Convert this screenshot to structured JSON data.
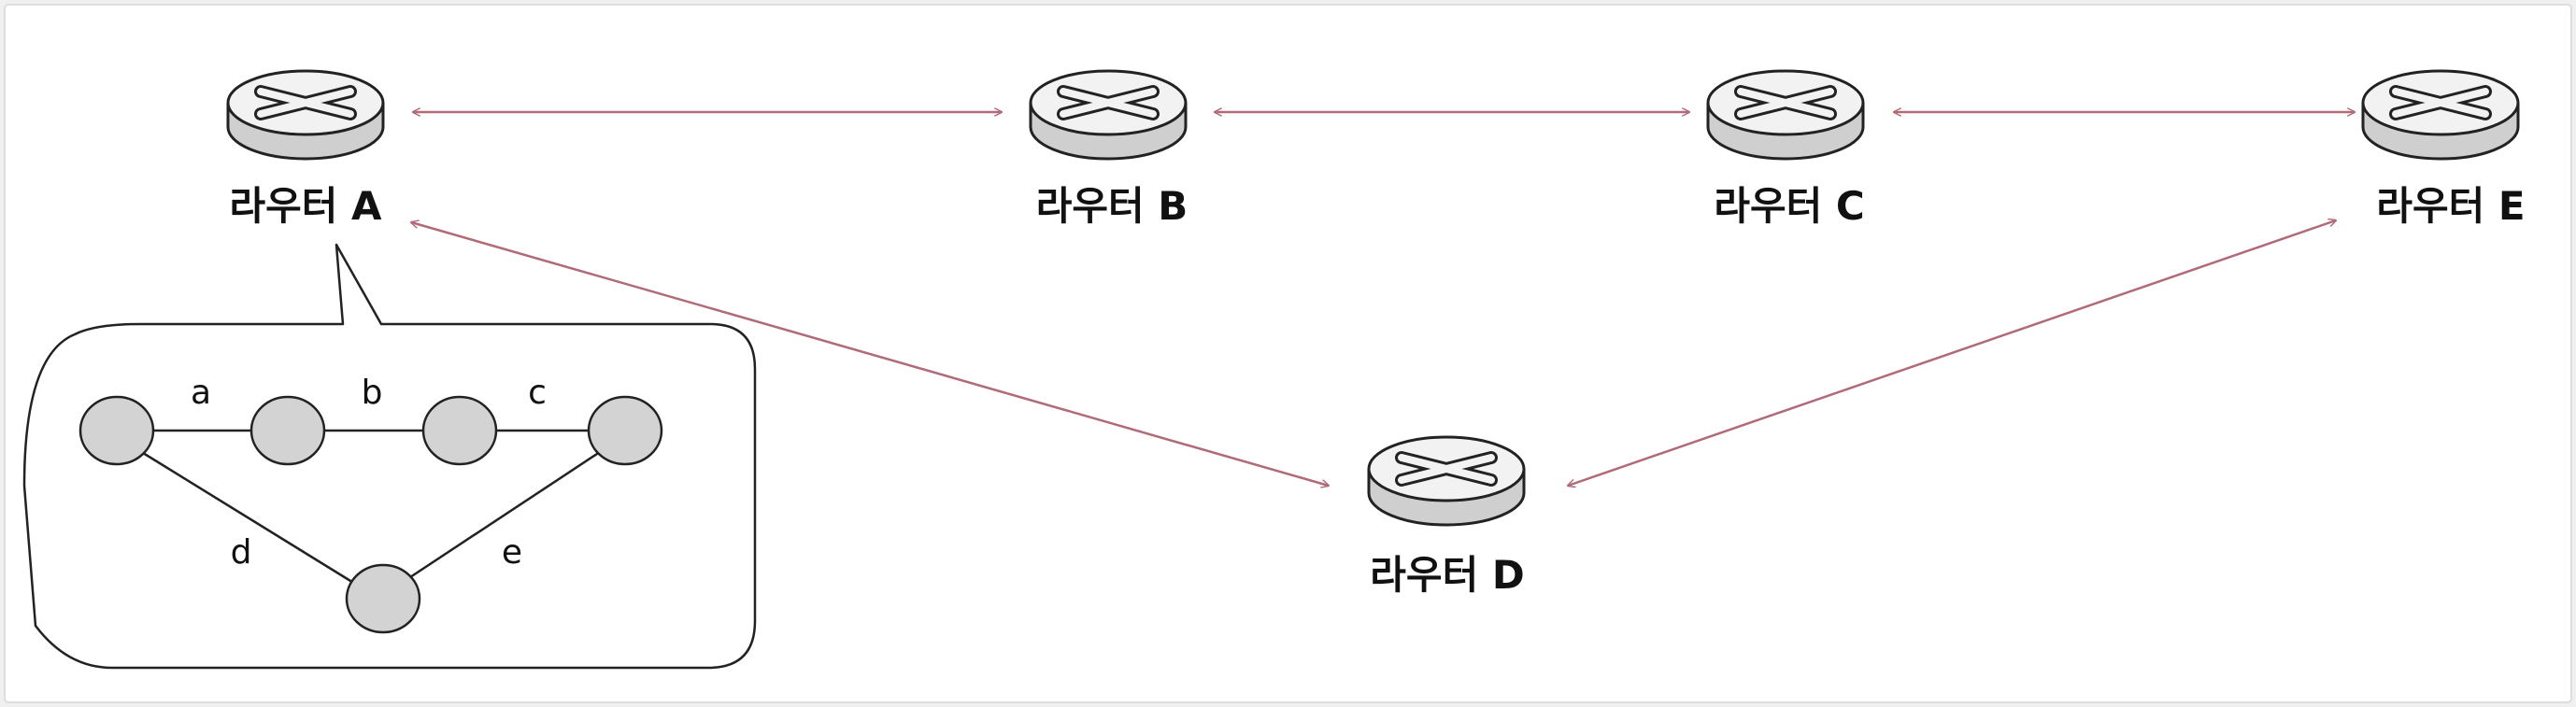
{
  "colors": {
    "background": "#f0f0f0",
    "canvas": "#ffffff",
    "link": "#b06a78",
    "router_top": "#f2f2f2",
    "router_side": "#cfcfcf",
    "node_fill": "#d3d3d3",
    "outline": "#222222"
  },
  "routers": [
    {
      "id": "A",
      "label": "라우터 A",
      "icon": "router-icon"
    },
    {
      "id": "B",
      "label": "라우터 B",
      "icon": "router-icon"
    },
    {
      "id": "C",
      "label": "라우터 C",
      "icon": "router-icon"
    },
    {
      "id": "E",
      "label": "라우터 E",
      "icon": "router-icon"
    },
    {
      "id": "D",
      "label": "라우터 D",
      "icon": "router-icon"
    }
  ],
  "links": [
    {
      "from": "A",
      "to": "B",
      "bidirectional": true
    },
    {
      "from": "B",
      "to": "C",
      "bidirectional": true
    },
    {
      "from": "C",
      "to": "E",
      "bidirectional": true
    },
    {
      "from": "A",
      "to": "D",
      "bidirectional": true
    },
    {
      "from": "E",
      "to": "D",
      "bidirectional": true
    }
  ],
  "callout": {
    "points_to": "A",
    "edges": [
      {
        "label": "a"
      },
      {
        "label": "b"
      },
      {
        "label": "c"
      },
      {
        "label": "d"
      },
      {
        "label": "e"
      }
    ]
  }
}
